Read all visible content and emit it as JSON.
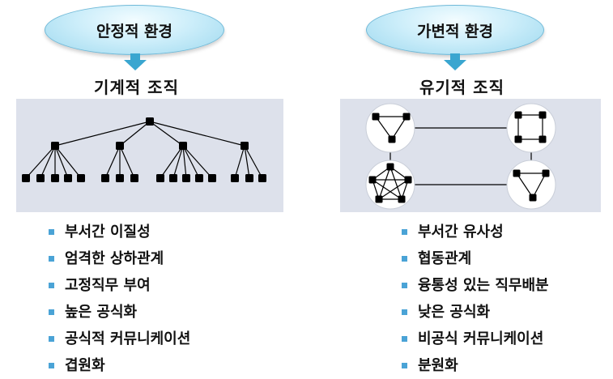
{
  "left": {
    "environment": "안정적 환경",
    "organization": "기계적 조직",
    "bullets": [
      "부서간 이질성",
      "엄격한 상하관계",
      "고정직무 부여",
      "높은 공식화",
      "공식적 커뮤니케이션",
      "겹원화"
    ]
  },
  "right": {
    "environment": "가변적 환경",
    "organization": "유기적 조직",
    "bullets": [
      "부서간 유사성",
      "협동관계",
      "융통성 있는 직무배분",
      "낮은 공식화",
      "비공식 커뮤니케이션",
      "분원화"
    ]
  },
  "colors": {
    "oval_fill": "#cdeefa",
    "arrow": "#3aa6d0",
    "panel": "#dde1eb",
    "bullet": "#4aa3d6",
    "node": "#000000"
  }
}
